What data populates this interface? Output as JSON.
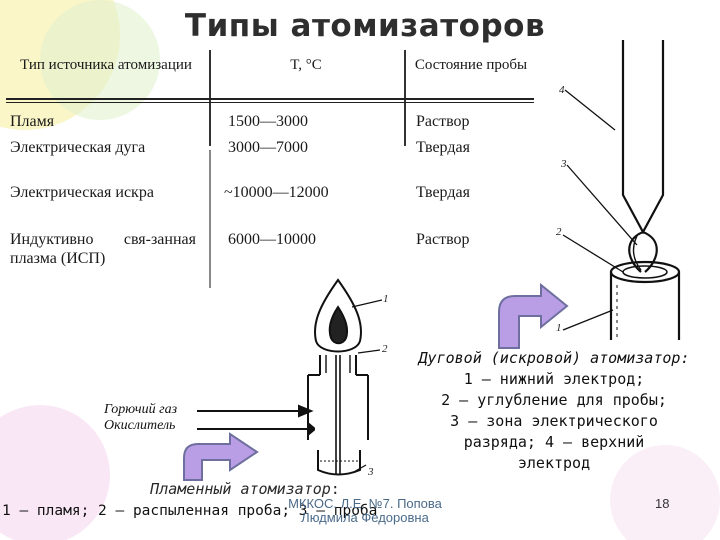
{
  "title": "Типы атомизаторов",
  "table": {
    "headers": [
      "Тип источника атомизации",
      "T, °C",
      "Состояние пробы"
    ],
    "rows": [
      {
        "type": "Пламя",
        "temp": "1500—3000",
        "state": "Раствор"
      },
      {
        "type": "Электрическая дуга",
        "temp": "3000—7000",
        "state": "Твердая"
      },
      {
        "type": "Электрическая искра",
        "temp": "~10000—12000",
        "state": "Твердая"
      },
      {
        "type": "Индуктивно свя-занная плазма (ИСП)",
        "temp": "6000—10000",
        "state": "Раствор"
      }
    ]
  },
  "flame_diagram": {
    "labels": [
      "Горючий газ",
      "Окислитель"
    ],
    "numbers": [
      "1",
      "2",
      "3"
    ]
  },
  "arc_diagram": {
    "numbers": [
      "1",
      "2",
      "3",
      "4"
    ]
  },
  "arc_caption": {
    "title": "Дуговой (искровой) атомизатор",
    "colon": ":",
    "line1": "1 – нижний электрод;",
    "line2": "2 – углубление для пробы;",
    "line3": "3 – зона электрического",
    "line4": "разряда; 4 – верхний",
    "line5": "электрод"
  },
  "flame_caption": {
    "title": "Пламенный атомизатор",
    "colon": ":",
    "line": "1 – пламя; 2 – распыленная проба; 3 – проба"
  },
  "footer": {
    "line1": "МККОС. Л.Е. №7. Попова",
    "line2": "Людмила Федоровна"
  },
  "page_number": "18",
  "colors": {
    "arrow_fill": "#b99ee6",
    "arrow_stroke": "#6f6f9f",
    "title": "#2e2e2e",
    "bubble_yellow": "#f6f1a8",
    "bubble_green": "#dcefc7",
    "bubble_pink": "#f3ccec",
    "footer": "#4a6a8a"
  }
}
